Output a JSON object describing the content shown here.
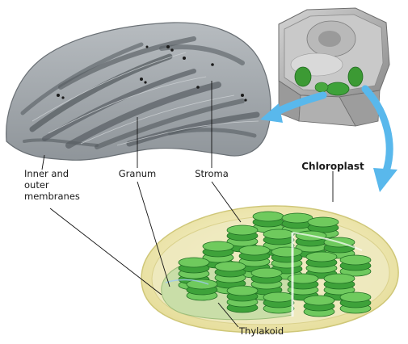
{
  "labels": {
    "inner_outer": "Inner and\nouter\nmembranes",
    "granum": "Granum",
    "stroma": "Stroma",
    "chloroplast": "Chloroplast",
    "thylakoid": "Thylakoid"
  },
  "colors": {
    "micrograph_fill": "#a3a9ad",
    "micrograph_dark": "#5b6166",
    "envelope_fill": "#f2eeb8",
    "envelope_stroke": "#cfc778",
    "stroma_fill": "#c4dca0",
    "granum_green": "#3ea23a",
    "granum_dark": "#1f6e22",
    "granum_light": "#6fc95e",
    "arrow_blue": "#59b8ec",
    "cell_grey": "#a7a7a7"
  }
}
